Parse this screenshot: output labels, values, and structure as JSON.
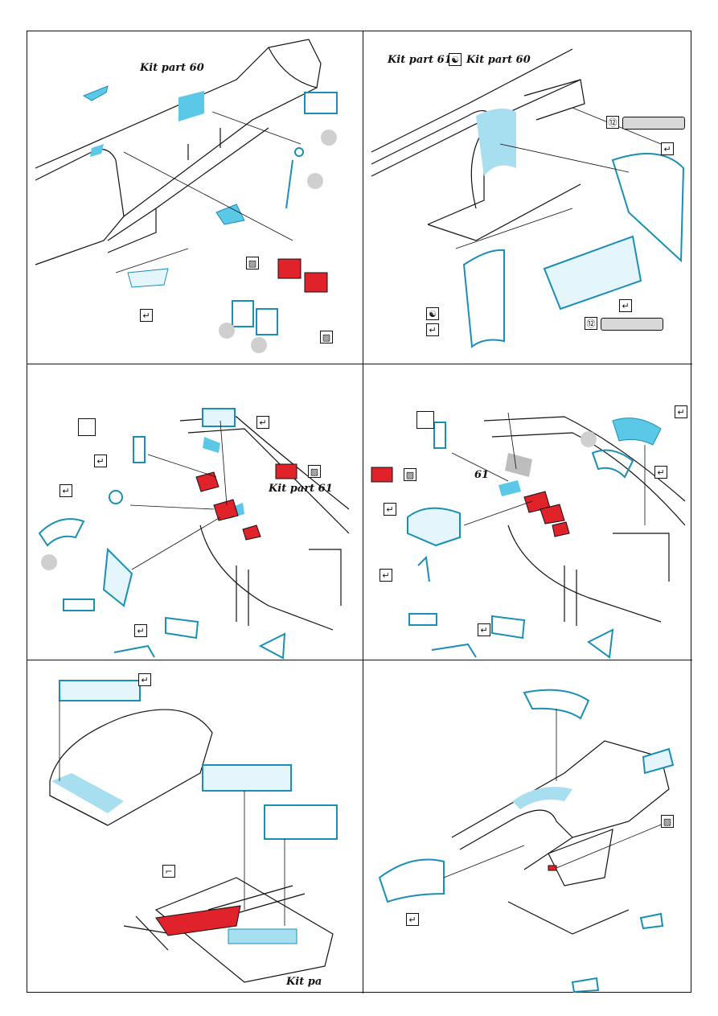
{
  "page": {
    "background": "#ffffff"
  },
  "colors": {
    "etched_part": "#5bc8e8",
    "painted_part": "#e0222a",
    "gray_part": "#bdbdbd",
    "line": "#111111"
  },
  "panels": [
    {
      "id": "p1",
      "labels": {
        "kit": "Kit part 60"
      },
      "icons": [
        "check-mark-icon",
        "paint-hatch-icon"
      ]
    },
    {
      "id": "p2",
      "labels": {
        "kit_a": "Kit part 61",
        "kit_b": "Kit part 60"
      },
      "icons": [
        "yin-yang-icon",
        "check-mark-icon",
        "number-circle-icon"
      ]
    },
    {
      "id": "p3",
      "labels": {
        "kit": "Kit part 61"
      },
      "icons": [
        "check-mark-icon",
        "paint-hatch-icon"
      ]
    },
    {
      "id": "p4",
      "labels": {
        "fragment": "61"
      },
      "icons": [
        "check-mark-icon",
        "paint-hatch-icon"
      ]
    },
    {
      "id": "p5",
      "labels": {
        "fragment": "Kit pa"
      },
      "icons": [
        "check-mark-icon",
        "bend-icon"
      ]
    },
    {
      "id": "p6",
      "labels": {},
      "icons": [
        "check-mark-icon",
        "paint-hatch-icon"
      ]
    }
  ]
}
